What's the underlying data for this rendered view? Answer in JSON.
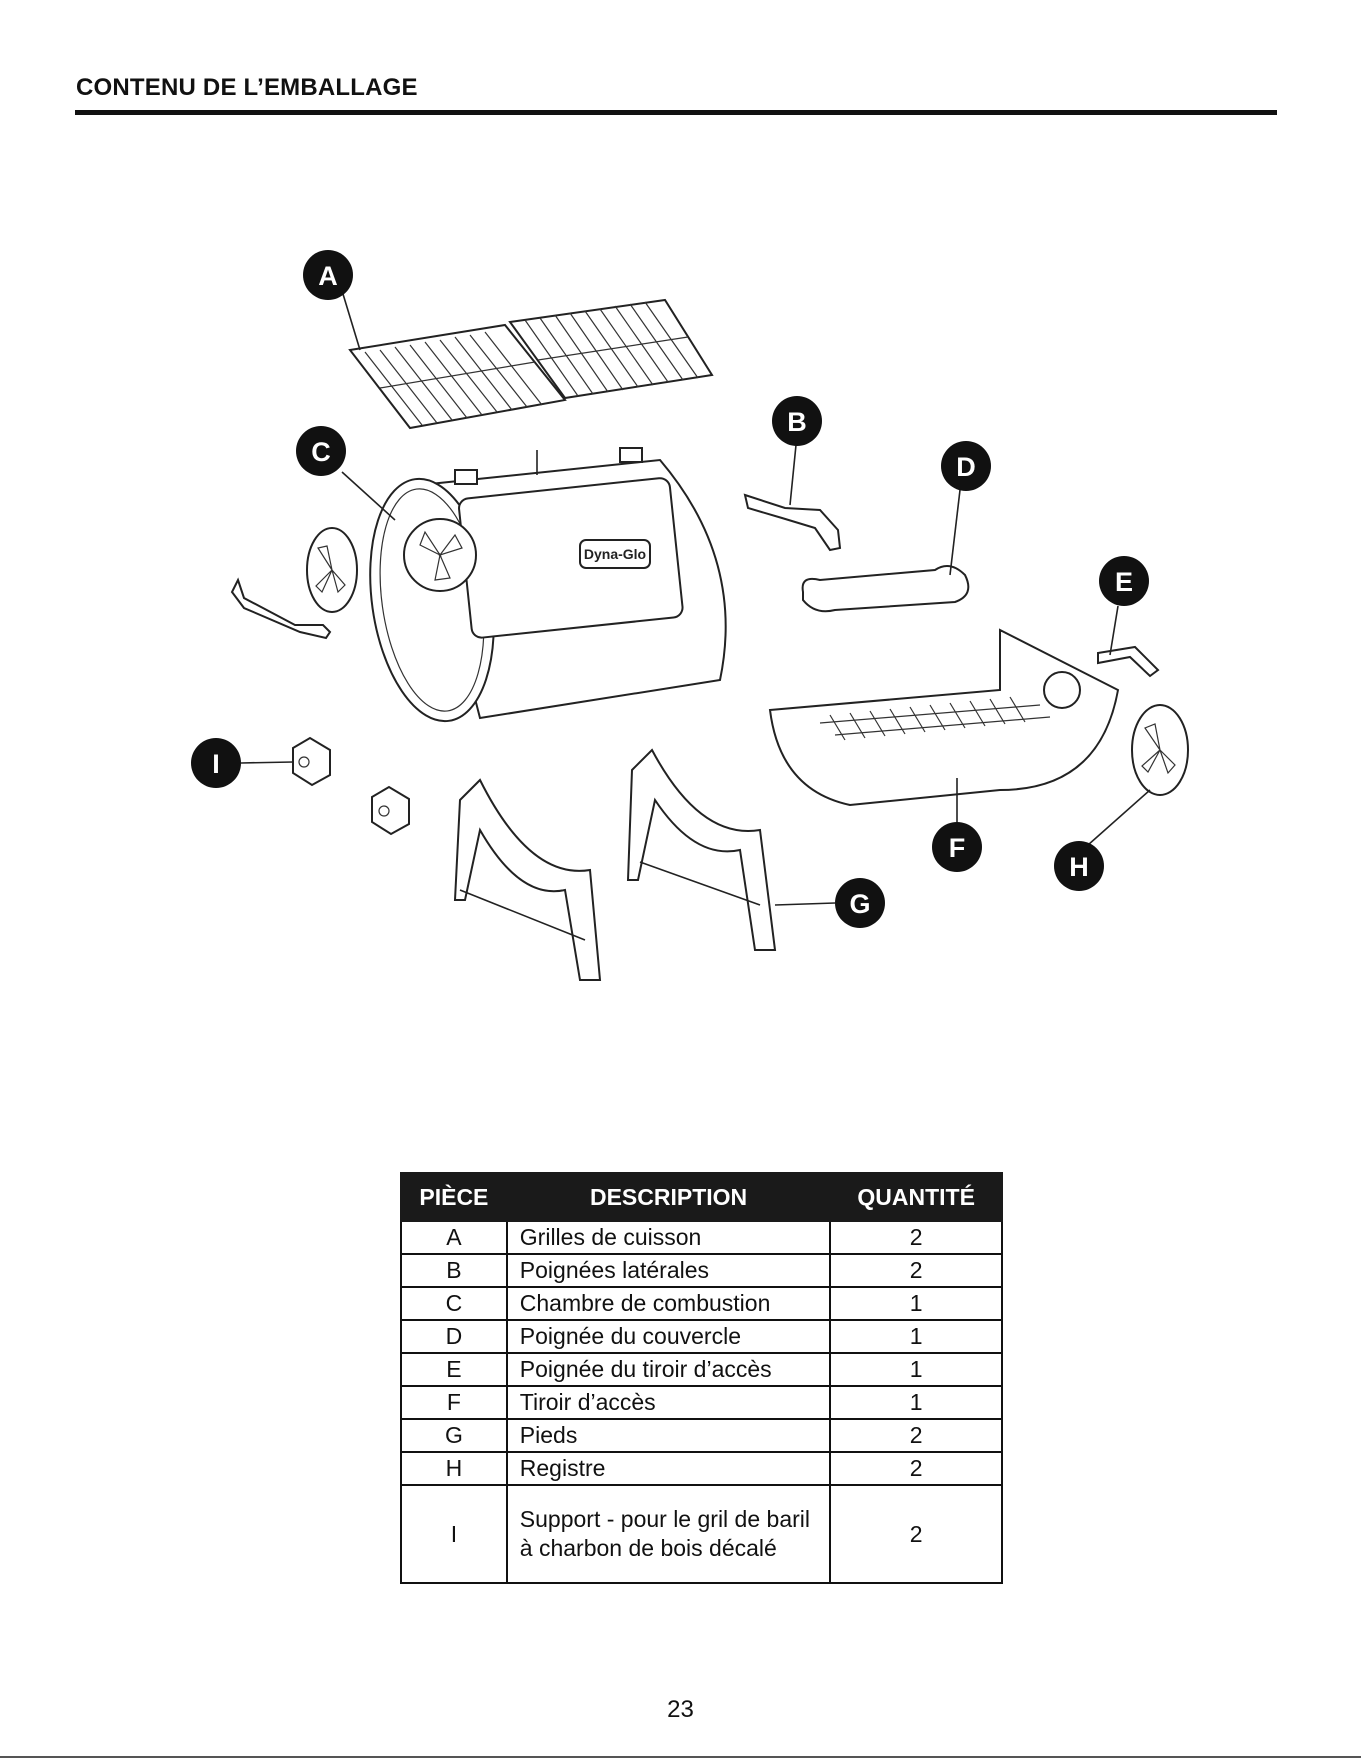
{
  "header": {
    "title": "CONTENU DE L’EMBALLAGE"
  },
  "callouts": [
    "A",
    "B",
    "C",
    "D",
    "E",
    "F",
    "G",
    "H",
    "I"
  ],
  "brand_label": "Dyna-Glo",
  "table": {
    "headers": [
      "PIÈCE",
      "DESCRIPTION",
      "QUANTITÉ"
    ],
    "rows": [
      {
        "piece": "A",
        "description": "Grilles de cuisson",
        "qty": "2"
      },
      {
        "piece": "B",
        "description": "Poignées latérales",
        "qty": "2"
      },
      {
        "piece": "C",
        "description": "Chambre de combustion",
        "qty": "1"
      },
      {
        "piece": "D",
        "description": "Poignée du couvercle",
        "qty": "1"
      },
      {
        "piece": "E",
        "description": "Poignée du tiroir d’accès",
        "qty": "1"
      },
      {
        "piece": "F",
        "description": "Tiroir d’accès",
        "qty": "1"
      },
      {
        "piece": "G",
        "description": "Pieds",
        "qty": "2"
      },
      {
        "piece": "H",
        "description": "Registre",
        "qty": "2"
      },
      {
        "piece": "I",
        "description": "Support - pour le gril de baril à charbon de bois décalé",
        "qty": "2"
      }
    ]
  },
  "page_number": "23"
}
